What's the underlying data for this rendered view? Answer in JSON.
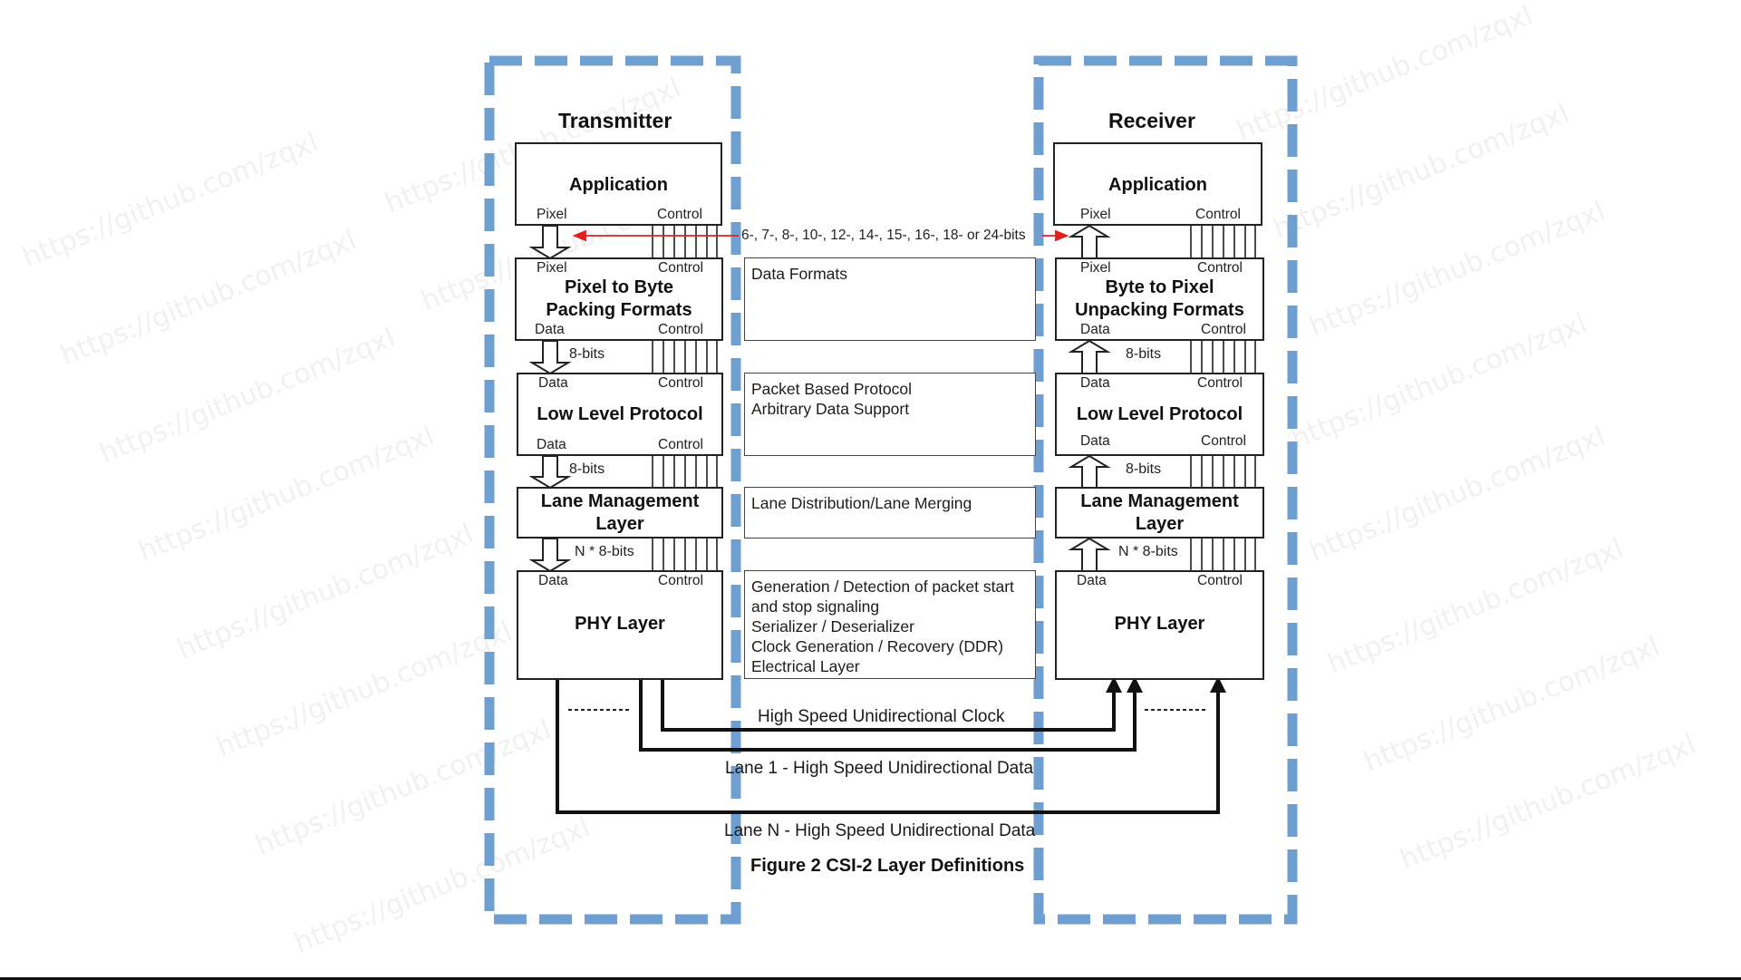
{
  "watermark": "https://github.com/zqxl",
  "colors": {
    "dashed_border": "#6f9fd0",
    "bitwidth_arrow": "#e02020",
    "line": "#111111"
  },
  "transmitter": {
    "heading": "Transmitter",
    "application": {
      "title": "Application",
      "port_left": "Pixel",
      "port_right": "Control"
    },
    "packing": {
      "title_line1": "Pixel to Byte",
      "title_line2": "Packing Formats",
      "top_left": "Pixel",
      "top_right": "Control",
      "bottom_left": "Data",
      "bottom_right": "Control"
    },
    "llp": {
      "title": "Low Level Protocol",
      "top_left": "Data",
      "top_right": "Control",
      "bottom_left": "Data",
      "bottom_right": "Control"
    },
    "lane_mgmt": {
      "title_line1": "Lane Management",
      "title_line2": "Layer"
    },
    "phy": {
      "title": "PHY Layer",
      "top_left": "Data",
      "top_right": "Control"
    },
    "bus_labels": {
      "packing_to_llp": "8-bits",
      "llp_to_lane": "8-bits",
      "lane_to_phy": "N * 8-bits"
    }
  },
  "receiver": {
    "heading": "Receiver",
    "application": {
      "title": "Application",
      "port_left": "Pixel",
      "port_right": "Control"
    },
    "unpacking": {
      "title_line1": "Byte to Pixel",
      "title_line2": "Unpacking Formats",
      "top_left": "Pixel",
      "top_right": "Control",
      "bottom_left": "Data",
      "bottom_right": "Control"
    },
    "llp": {
      "title": "Low Level Protocol",
      "top_left": "Data",
      "top_right": "Control",
      "bottom_left": "Data",
      "bottom_right": "Control"
    },
    "lane_mgmt": {
      "title_line1": "Lane Management",
      "title_line2": "Layer"
    },
    "phy": {
      "title": "PHY Layer",
      "top_left": "Data",
      "top_right": "Control"
    },
    "bus_labels": {
      "llp_to_unpacking": "8-bits",
      "lane_to_llp": "8-bits",
      "phy_to_lane": "N * 8-bits"
    }
  },
  "bit_widths": "6-, 7-, 8-, 10-, 12-, 14-, 15-, 16-, 18- or 24-bits",
  "descriptions": {
    "data_formats": [
      "Data Formats"
    ],
    "llp": [
      "Packet Based Protocol",
      "Arbitrary Data Support"
    ],
    "lane": [
      "Lane Distribution/Lane Merging"
    ],
    "phy": [
      "Generation / Detection of packet start",
      "and stop signaling",
      "Serializer / Deserializer",
      "Clock Generation / Recovery (DDR)",
      "Electrical Layer"
    ]
  },
  "links": {
    "clock": "High Speed Unidirectional Clock",
    "lane1": "Lane 1 - High Speed Unidirectional Data",
    "laneN": "Lane N - High Speed Unidirectional Data"
  },
  "caption": "Figure 2 CSI-2 Layer Definitions"
}
